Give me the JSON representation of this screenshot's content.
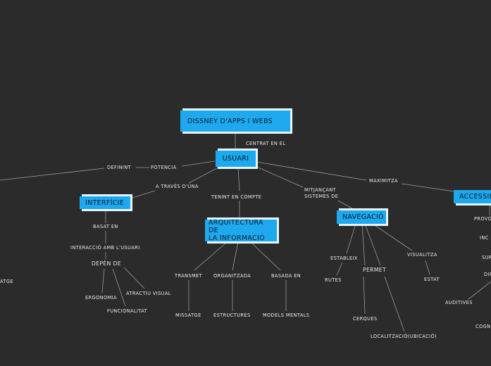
{
  "root": "DISSNEY D'APPS I WEBS",
  "center": "USUARI",
  "links": {
    "centrat_en_el": "CENTRAT EN EL",
    "definint": "DEFININT",
    "potencia": "POTENCIA",
    "a_traves_duna": "A TRAVÉS D'UNA",
    "tenint_en_compte": "TENINT EN COMPTE",
    "mitjancant_1": "MITJANÇANT",
    "mitjancant_2": "SISTEMES DE",
    "maximitza": "MAXIMITZA"
  },
  "branches": {
    "interficie": {
      "title": "INTERFÍCIE",
      "basat_en": "BASAT EN",
      "interaccio": "INTERACCIÓ AMB L'USUARI",
      "depen_de": "DEPÈN DE",
      "ergonomia": "ERGONOMIA",
      "funcionalitat": "FUNCIONALITAT",
      "atractiu": "ATRACTIU VISUAL"
    },
    "arquitectura": {
      "title_1": "ARQUITECTURA DE",
      "title_2": "LA INFORMACIÓ",
      "transmet": "TRANSMET",
      "missatge": "MISSATGE",
      "organitzada": "ORGANITZADA",
      "estructures": "ESTRUCTURES",
      "basada_en": "BASADA EN",
      "models": "MODELS MENTALS"
    },
    "navegacio": {
      "title": "NAVEGACIÓ",
      "estableix": "ESTABLEIX",
      "rutes": "RUTES",
      "permet": "PERMET",
      "cerques": "CERQUES",
      "localitzacio": "LOCALITZACIÓ(UBICACIÓ)",
      "visualitza": "VISUALITZA",
      "estat": "ESTAT"
    },
    "accessibilitat": {
      "title": "ACCESSIBI",
      "provo": "PROVO",
      "inc": "INC",
      "sur": "SUR",
      "dif": "DIF",
      "auditives": "AUDITIVES",
      "cogn": "COGN"
    },
    "left_edge": {
      "atge": "ATGE"
    }
  },
  "colors": {
    "background": "#2b2b2c",
    "node_fill": "#1ea9ee",
    "node_border": "#e8f6ff",
    "connector": "#9a9a9a",
    "label_text": "#e9e9e9"
  }
}
